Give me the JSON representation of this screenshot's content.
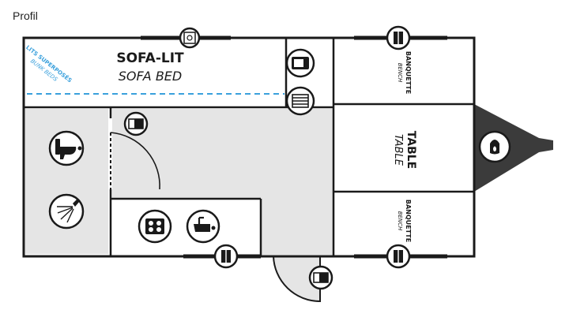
{
  "header": {
    "title": "Profil"
  },
  "plan": {
    "sofa": {
      "title": "SOFA-LIT",
      "subtitle": "SOFA BED",
      "note_line1": "LITS SUPERPOSÉS",
      "note_line2": "BUNK BEDS"
    },
    "table": {
      "title": "TABLE",
      "subtitle": "TABLE"
    },
    "banquette_top": {
      "title": "BANQUETTE",
      "subtitle": "BENCH"
    },
    "banquette_bottom": {
      "title": "BANQUETTE",
      "subtitle": "BENCH"
    }
  },
  "colors": {
    "wall": "#1a1a1a",
    "floor": "#e5e5e5",
    "tongue": "#3b3b3b",
    "dash": "#3aa0dc",
    "note": "#3aa0dc"
  },
  "icons": [
    "toilet-icon",
    "shower-icon",
    "stove-icon",
    "sink-icon",
    "fridge-icon",
    "microwave-icon",
    "heater-icon",
    "window-icon",
    "door-window-icon",
    "gas-bottle-icon"
  ]
}
